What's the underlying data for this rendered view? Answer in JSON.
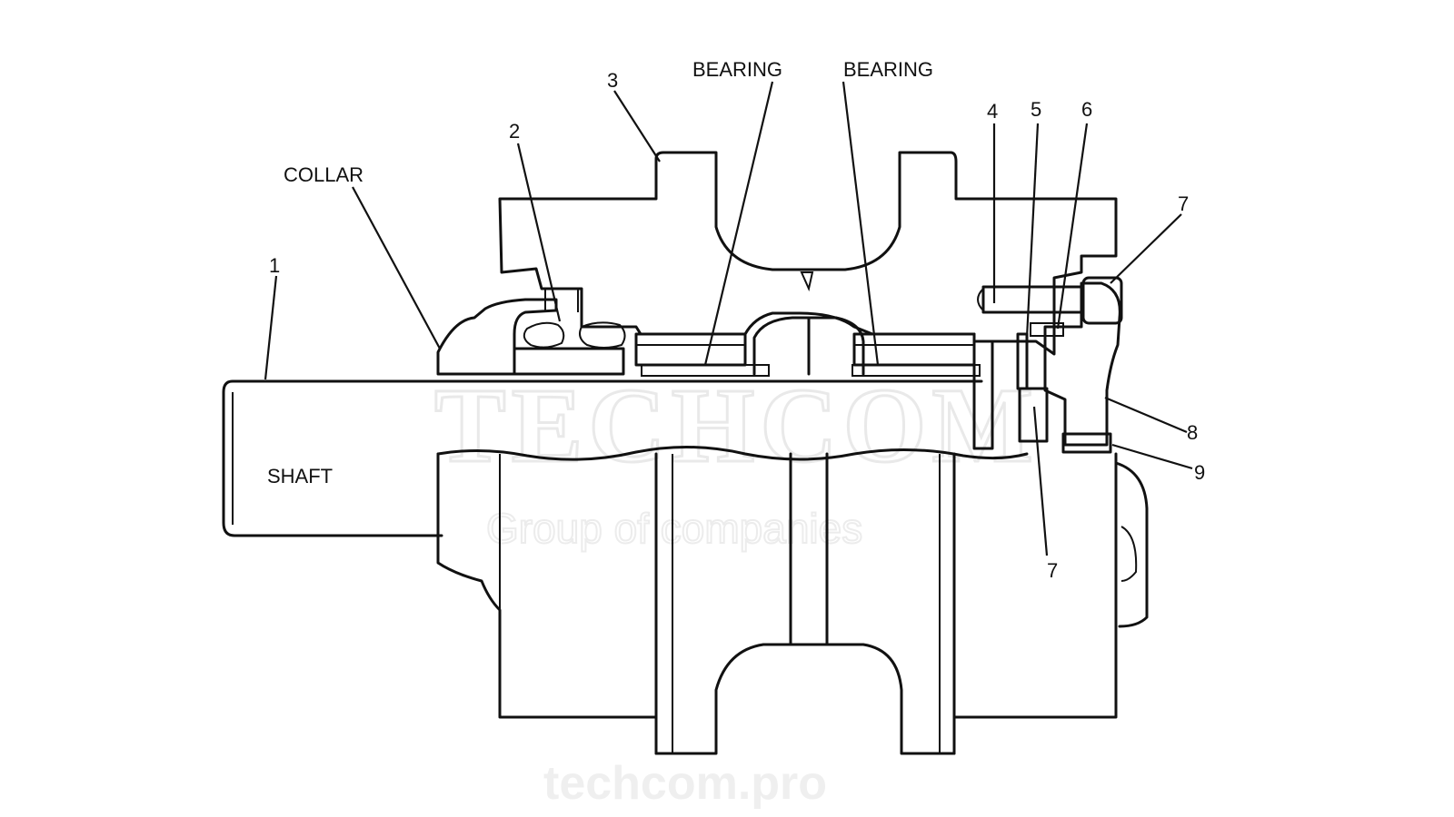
{
  "figure": {
    "labels": {
      "n1": "1",
      "n2": "2",
      "n3": "3",
      "n4": "4",
      "n5": "5",
      "n6": "6",
      "n7a": "7",
      "n7b": "7",
      "n8": "8",
      "n9": "9",
      "collar": "COLLAR",
      "shaft": "SHAFT",
      "bearing_left": "BEARING",
      "bearing_right": "BEARING"
    },
    "watermark": {
      "brand": "TECHCOM",
      "tagline": "Group of companies",
      "site": "techcom.pro"
    }
  }
}
